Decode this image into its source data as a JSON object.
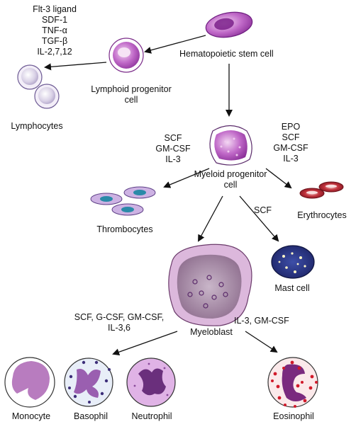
{
  "cells": {
    "hsc": "Hematopoietic stem cell",
    "lymphoid_l1": "Lymphoid progenitor",
    "lymphoid_l2": "cell",
    "lymphocytes": "Lymphocytes",
    "myeloid_l1": "Myeloid progenitor",
    "myeloid_l2": "cell",
    "thrombocytes": "Thrombocytes",
    "erythrocytes": "Erythrocytes",
    "mast": "Mast cell",
    "myeloblast": "Myeloblast",
    "monocyte": "Monocyte",
    "basophil": "Basophil",
    "neutrophil": "Neutrophil",
    "eosinophil": "Eosinophil"
  },
  "factors": {
    "lymphoid": [
      "Flt-3 ligand",
      "SDF-1",
      "TNF-α",
      "TGF-β",
      "IL-2,7,12"
    ],
    "thrombo": [
      "SCF",
      "GM-CSF",
      "IL-3"
    ],
    "erythro": [
      "EPO",
      "SCF",
      "GM-CSF",
      "IL-3"
    ],
    "mast": "SCF",
    "left_l1": "SCF, G-CSF, GM-CSF,",
    "left_l2": "IL-3,6",
    "right": "IL-3, GM-CSF"
  }
}
